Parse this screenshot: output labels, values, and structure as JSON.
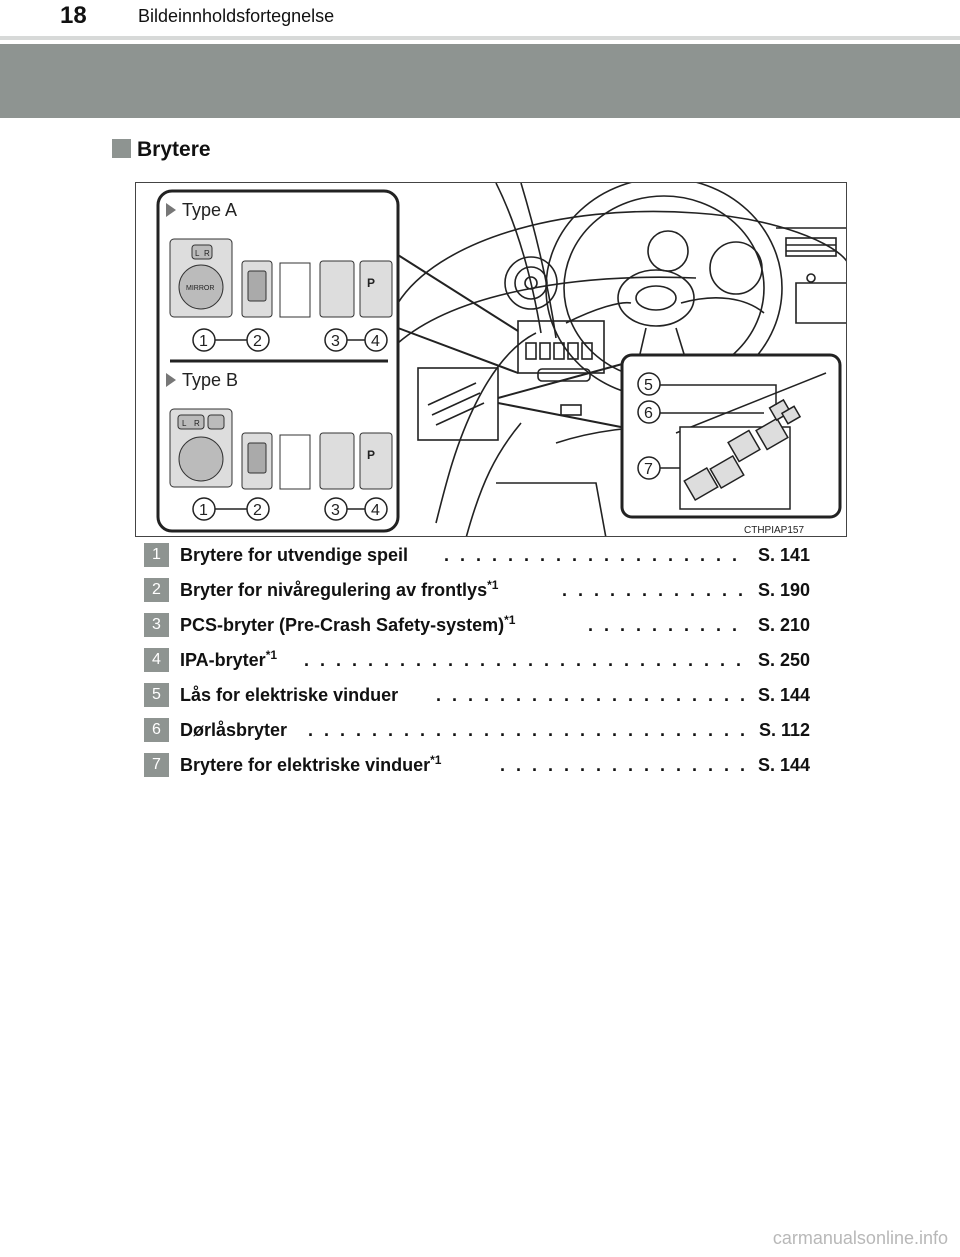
{
  "header": {
    "page_number": "18",
    "title": "Bildeinnholdsfortegnelse"
  },
  "section": {
    "title": "Brytere"
  },
  "figure": {
    "type_a_label": "Type A",
    "type_b_label": "Type B",
    "mirror_text": "MIRROR",
    "lr_left": "L",
    "lr_right": "R",
    "callouts_row": [
      "1",
      "2",
      "3",
      "4"
    ],
    "callouts_right": [
      "5",
      "6",
      "7"
    ],
    "code": "CTHPIAP157"
  },
  "items": [
    {
      "num": "1",
      "label": "Brytere for utvendige speil",
      "sup": "",
      "page": "S. 141"
    },
    {
      "num": "2",
      "label": "Bryter for nivåregulering av frontlys",
      "sup": "*1",
      "page": "S. 190"
    },
    {
      "num": "3",
      "label": "PCS-bryter (Pre-Crash Safety-system)",
      "sup": "*1",
      "page": "S. 210"
    },
    {
      "num": "4",
      "label": "IPA-bryter",
      "sup": "*1",
      "page": "S. 250"
    },
    {
      "num": "5",
      "label": "Lås for elektriske vinduer",
      "sup": "",
      "page": "S. 144"
    },
    {
      "num": "6",
      "label": "Dørlåsbryter",
      "sup": "",
      "page": "S. 112"
    },
    {
      "num": "7",
      "label": "Brytere for elektriske vinduer",
      "sup": "*1",
      "page": "S. 144"
    }
  ],
  "watermark": "carmanualsonline.info"
}
